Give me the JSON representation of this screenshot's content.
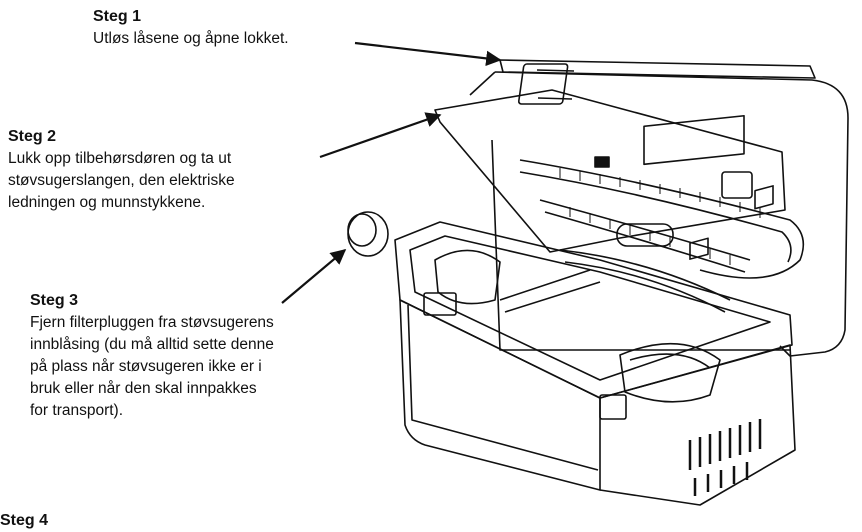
{
  "steps": [
    {
      "title": "Steg 1",
      "text": "Utløs låsene og åpne lokket."
    },
    {
      "title": "Steg 2",
      "text": "Lukk opp tilbehørsdøren og ta ut\nstøvsugerslangen, den elektriske\nledningen og munnstykkene."
    },
    {
      "title": "Steg 3",
      "text": "Fjern filterpluggen fra støvsugerens\ninnblåsing (du må alltid sette denne\npå plass når støvsugeren ikke er i\nbruk eller når den skal innpakkes\nfor transport)."
    },
    {
      "title": "Steg 4",
      "text": ""
    }
  ]
}
